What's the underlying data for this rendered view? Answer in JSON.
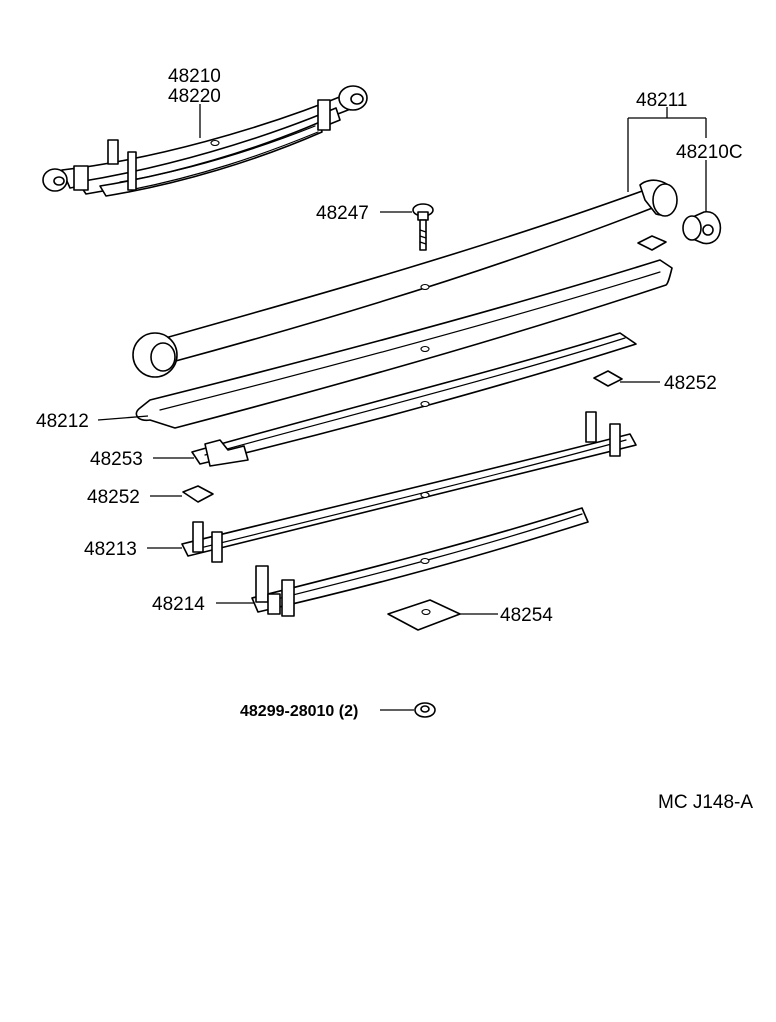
{
  "labels": {
    "p48210": "48210",
    "p48220": "48220",
    "p48211": "48211",
    "p48210c": "48210C",
    "p48247": "48247",
    "p48252_top": "48252",
    "p48212": "48212",
    "p48253": "48253",
    "p48252_left": "48252",
    "p48213": "48213",
    "p48214": "48214",
    "p48254": "48254",
    "p48299": "48299-28010 (2)"
  },
  "diagram_code": "MC  J148-A"
}
